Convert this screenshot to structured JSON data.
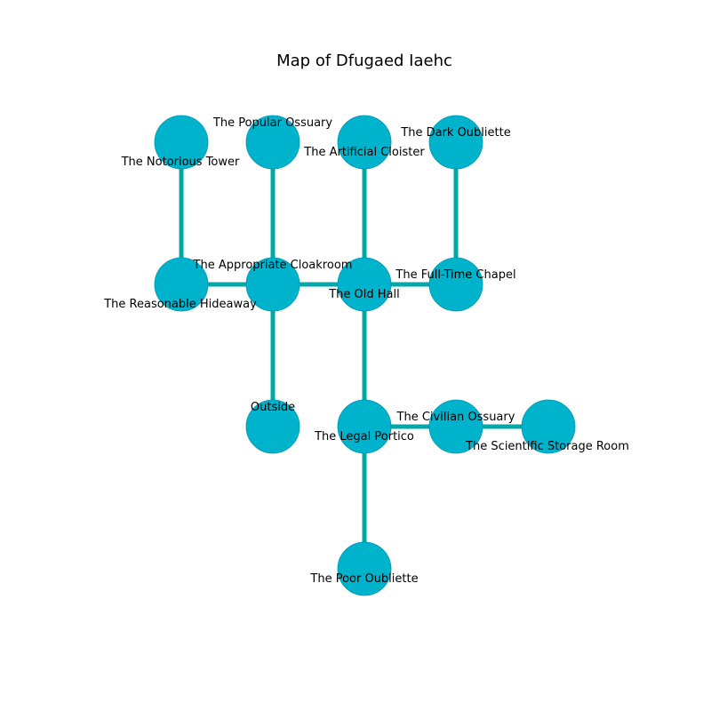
{
  "title": "Map of Dfugaed Iaehc",
  "colors": {
    "node_fill": "#00b3cc",
    "node_stroke": "#0097ad",
    "edge": "#00a8a8",
    "text": "#000000",
    "background": "#ffffff"
  },
  "nodes": [
    {
      "id": "notorious-tower",
      "label": "The Notorious Tower"
    },
    {
      "id": "popular-ossuary",
      "label": "The Popular Ossuary"
    },
    {
      "id": "artificial-cloister",
      "label": "The Artificial Cloister"
    },
    {
      "id": "dark-oubliette",
      "label": "The Dark Oubliette"
    },
    {
      "id": "reasonable-hideaway",
      "label": "The Reasonable Hideaway"
    },
    {
      "id": "appropriate-cloakroom",
      "label": "The Appropriate Cloakroom"
    },
    {
      "id": "old-hall",
      "label": "The Old Hall"
    },
    {
      "id": "full-time-chapel",
      "label": "The Full-Time Chapel"
    },
    {
      "id": "outside",
      "label": "Outside"
    },
    {
      "id": "legal-portico",
      "label": "The Legal Portico"
    },
    {
      "id": "civilian-ossuary",
      "label": "The Civilian Ossuary"
    },
    {
      "id": "scientific-storage-room",
      "label": "The Scientific Storage Room"
    },
    {
      "id": "poor-oubliette",
      "label": "The Poor Oubliette"
    }
  ],
  "edges": [
    [
      "notorious-tower",
      "reasonable-hideaway"
    ],
    [
      "popular-ossuary",
      "appropriate-cloakroom"
    ],
    [
      "artificial-cloister",
      "old-hall"
    ],
    [
      "dark-oubliette",
      "full-time-chapel"
    ],
    [
      "reasonable-hideaway",
      "appropriate-cloakroom"
    ],
    [
      "appropriate-cloakroom",
      "old-hall"
    ],
    [
      "old-hall",
      "full-time-chapel"
    ],
    [
      "appropriate-cloakroom",
      "outside"
    ],
    [
      "old-hall",
      "legal-portico"
    ],
    [
      "legal-portico",
      "civilian-ossuary"
    ],
    [
      "civilian-ossuary",
      "scientific-storage-room"
    ],
    [
      "legal-portico",
      "poor-oubliette"
    ]
  ]
}
